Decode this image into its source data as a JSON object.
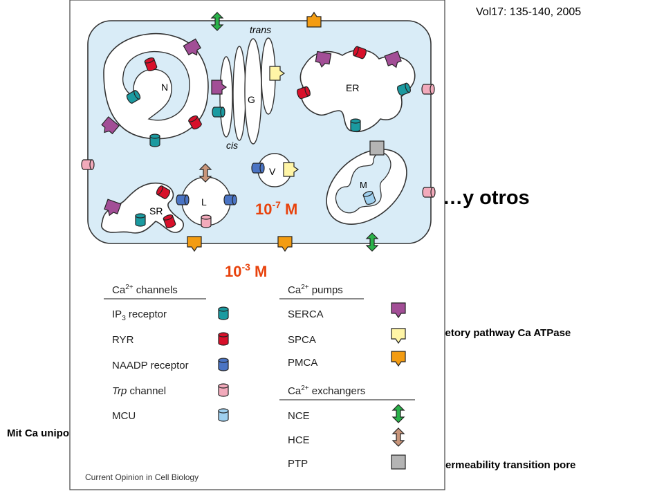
{
  "citation": "Vol17: 135-140, 2005",
  "others_label": "…y  otros",
  "notes": {
    "spca": "Secretory pathway Ca ATPase",
    "ptp": "Permeability transition pore",
    "mcu": "Mit Ca uniporter, channel"
  },
  "concentration": {
    "cytosol": {
      "base": "10",
      "exp": "-7",
      "unit": " M"
    },
    "extracellular": {
      "base": "10",
      "exp": "-3",
      "unit": " M"
    }
  },
  "organelles": {
    "nucleus": "N",
    "golgi": "G",
    "golgi_trans": "trans",
    "golgi_cis": "cis",
    "er": "ER",
    "vesicle": "V",
    "lysosome": "L",
    "mitochondrion": "M",
    "sr": "SR"
  },
  "legend": {
    "channels_title": {
      "base": "Ca",
      "sup": "2+",
      "rest": " channels"
    },
    "pumps_title": {
      "base": "Ca",
      "sup": "2+",
      "rest": " pumps"
    },
    "exchangers_title": {
      "base": "Ca",
      "sup": "2+",
      "rest": " exchangers"
    },
    "channels": {
      "ip3": {
        "pre": "IP",
        "sub": "3",
        "post": " receptor"
      },
      "ryr": "RYR",
      "naadp": "NAADP receptor",
      "trp": {
        "italic": "Trp",
        "post": " channel"
      },
      "mcu": "MCU"
    },
    "pumps": {
      "serca": "SERCA",
      "spca": "SPCA",
      "pmca": "PMCA"
    },
    "exchangers": {
      "nce": "NCE",
      "hce": "HCE",
      "ptp": "PTP"
    },
    "source": "Current Opinion in Cell Biology"
  },
  "colors": {
    "ip3": "#1b9aa0",
    "ryr": "#d8102a",
    "naadp": "#4a74c4",
    "trp": "#f2aabb",
    "mcu": "#9fd0ef",
    "serca": "#a24e96",
    "spca": "#fff5a6",
    "pmca": "#f39c12",
    "nce": "#2ab24a",
    "hce": "#c8957a",
    "ptp": "#b4b4b4",
    "cytosol": "#d9ecf7",
    "concentration": "#e8420c"
  }
}
